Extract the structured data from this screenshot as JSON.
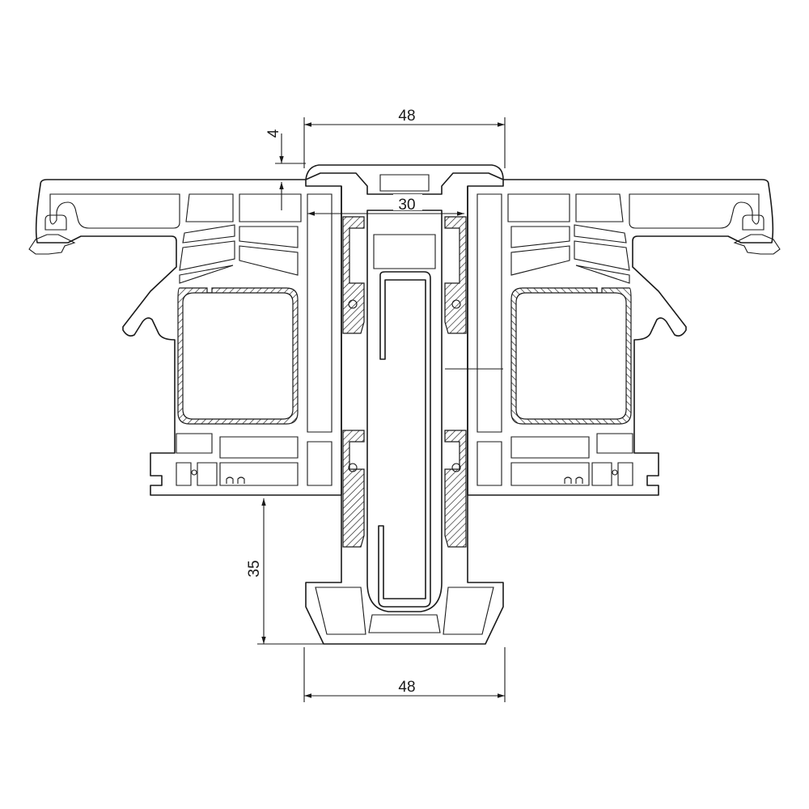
{
  "drawing": {
    "dimensions": {
      "top_width": "48",
      "lip_height": "4",
      "inner_width": "30",
      "bottom_height": "35",
      "bottom_width": "48"
    }
  }
}
